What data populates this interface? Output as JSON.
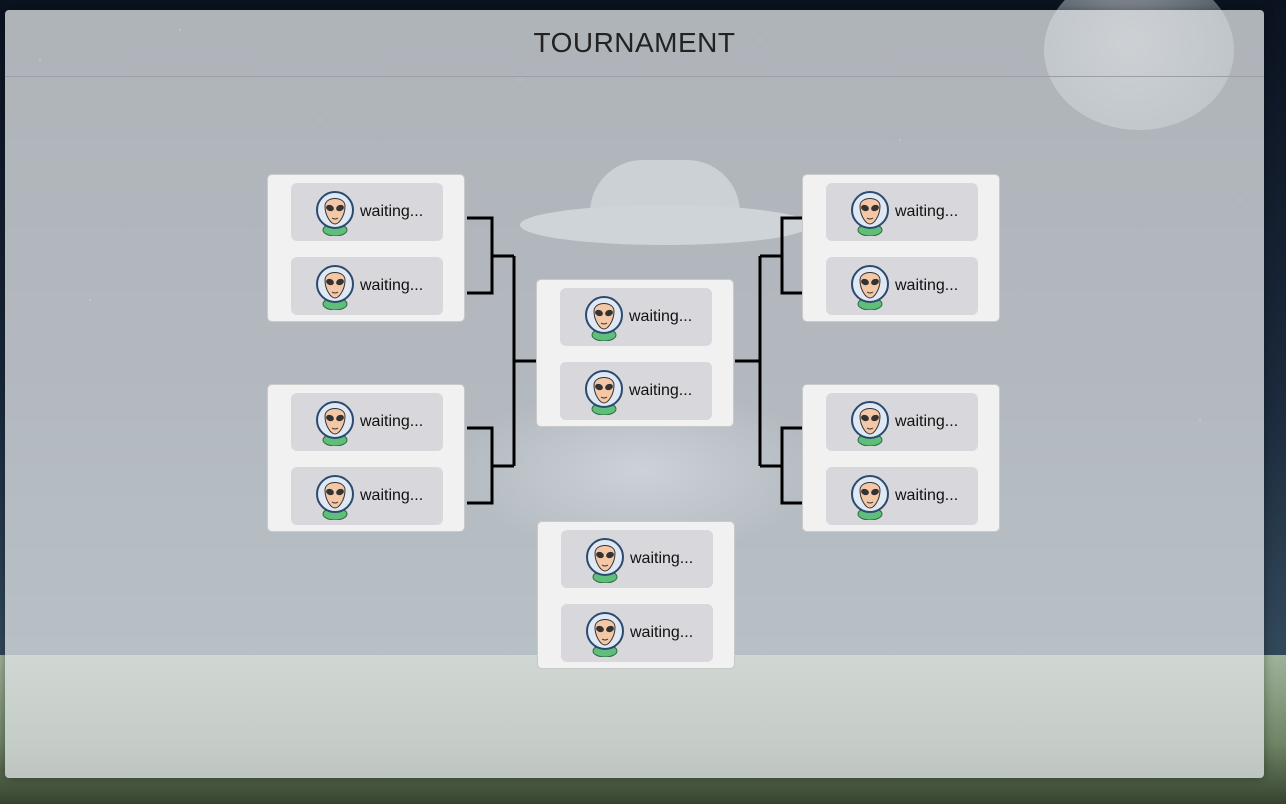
{
  "header": {
    "title": "TOURNAMENT"
  },
  "colors": {
    "panel": "#dee1e4",
    "match_bg": "#f1f1f1",
    "slot_bg": "#d8d8dc",
    "line": "#000000",
    "alien_skin": "#f4c7a6",
    "alien_suit": "#5fbf7a"
  },
  "avatar_icon": "alien-astronaut-icon",
  "matches": {
    "left_top": {
      "p1": "waiting...",
      "p2": "waiting..."
    },
    "left_bottom": {
      "p1": "waiting...",
      "p2": "waiting..."
    },
    "right_top": {
      "p1": "waiting...",
      "p2": "waiting..."
    },
    "right_bottom": {
      "p1": "waiting...",
      "p2": "waiting..."
    },
    "final": {
      "p1": "waiting...",
      "p2": "waiting..."
    },
    "third_place": {
      "p1": "waiting...",
      "p2": "waiting..."
    }
  }
}
